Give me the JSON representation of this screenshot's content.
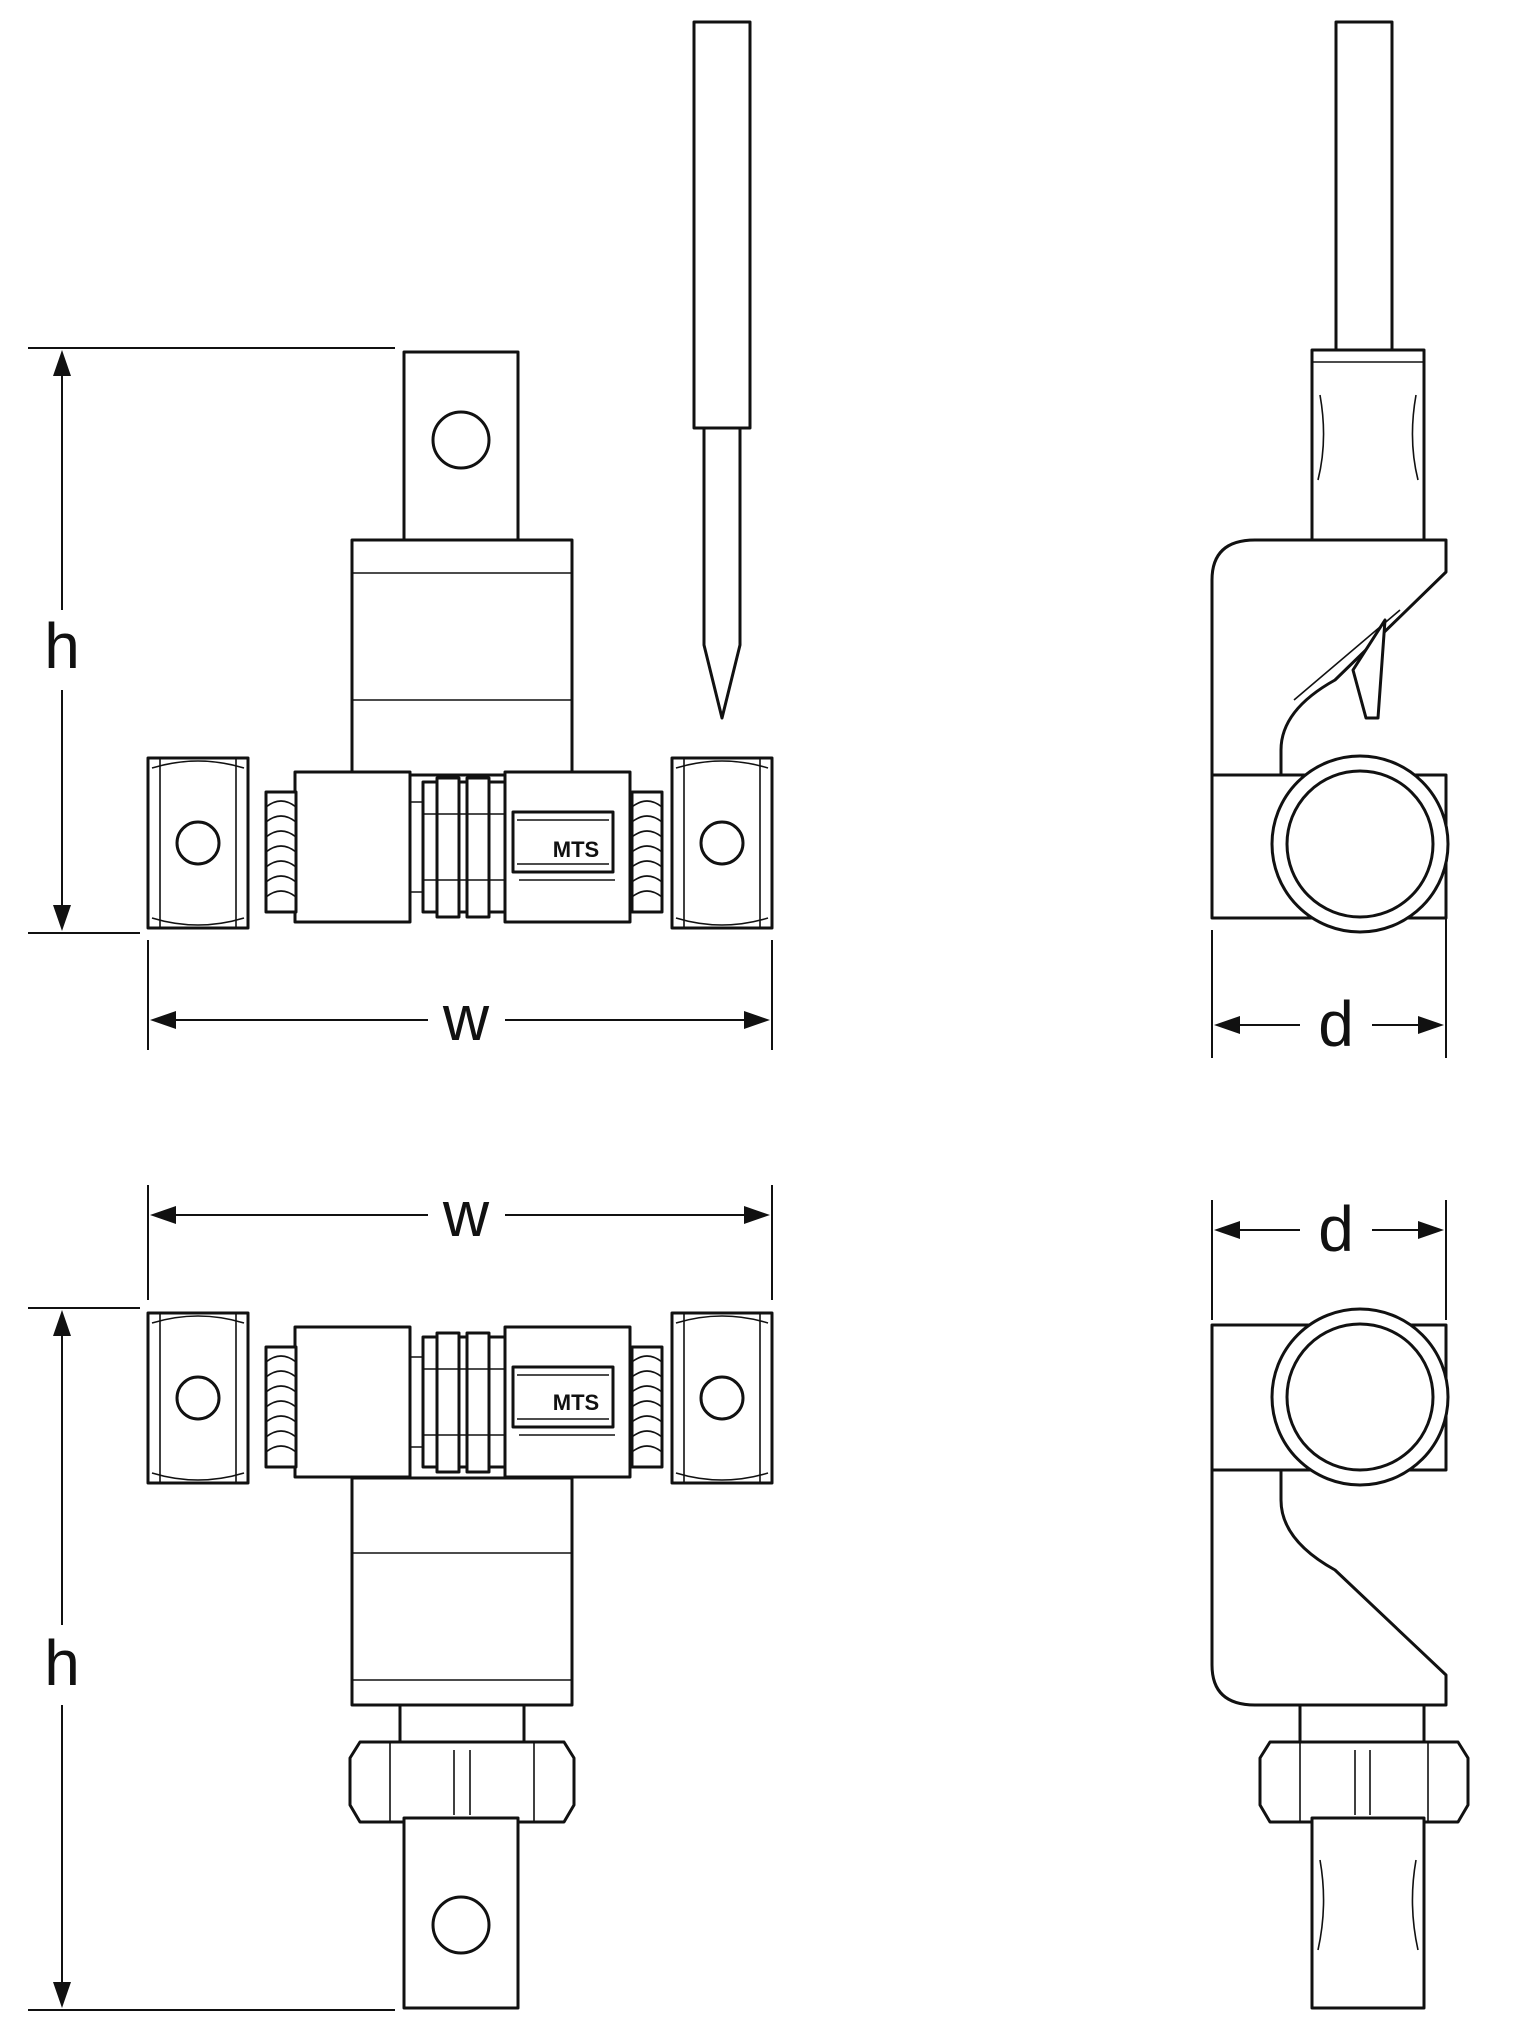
{
  "labels": {
    "height": "h",
    "width": "w",
    "depth": "d"
  },
  "logo": "MTS",
  "colors": {
    "line": "#111111",
    "background": "#ffffff"
  }
}
